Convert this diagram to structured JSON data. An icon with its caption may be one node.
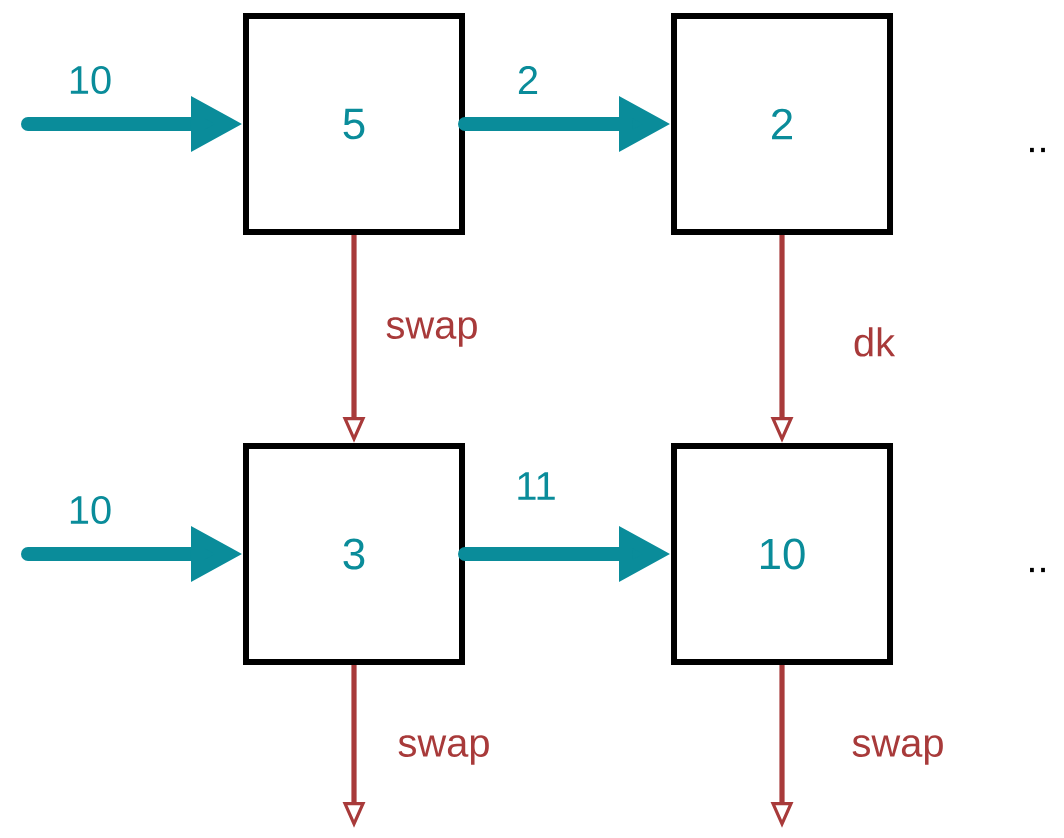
{
  "diagram": {
    "nodes": [
      {
        "text": [
          "5"
        ]
      },
      {
        "text": [
          "2"
        ]
      },
      {
        "text": [
          "3"
        ]
      },
      {
        "text": [
          "10"
        ]
      }
    ],
    "edges": [
      {
        "from": null,
        "to": 0,
        "arrow": "to",
        "label": "10",
        "style": "thick"
      },
      {
        "from": 0,
        "to": 1,
        "arrow": "to",
        "label": "2",
        "style": "thick"
      },
      {
        "from": 0,
        "to": 2,
        "arrow": "to",
        "label": "swap",
        "color": "#a83a3a"
      },
      {
        "from": 1,
        "to": 3,
        "arrow": "to",
        "label": "dk",
        "color": "#a83a3a"
      },
      {
        "from": null,
        "to": 2,
        "arrow": "to",
        "label": "10",
        "style": "thick"
      },
      {
        "from": 2,
        "to": 3,
        "arrow": "to",
        "label": "11",
        "style": "thick"
      },
      {
        "from": 2,
        "to": null,
        "arrow": "to",
        "label": "swap",
        "color": "#a83a3a"
      },
      {
        "from": 3,
        "to": null,
        "arrow": "to",
        "label": "swap",
        "color": "#a83a3a"
      }
    ],
    "labels": [
      "..",
      ".."
    ]
  }
}
